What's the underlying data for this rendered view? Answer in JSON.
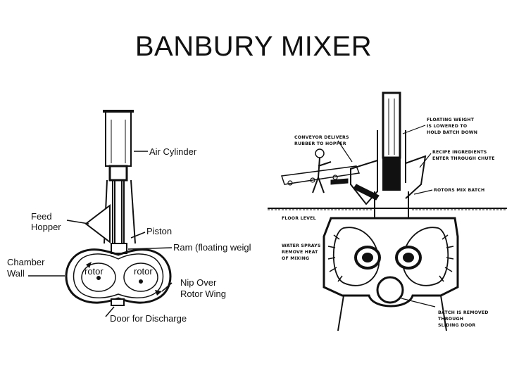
{
  "slide": {
    "title": "BANBURY MIXER"
  },
  "left_diagram": {
    "labels": {
      "air_cylinder": "Air Cylinder",
      "feed_hopper_1": "Feed",
      "feed_hopper_2": "Hopper",
      "piston": "Piston",
      "ram": "Ram (floating weigl",
      "chamber_wall_1": "Chamber",
      "chamber_wall_2": "Wall",
      "rotor_left": "rotor",
      "rotor_right": "rotor",
      "nip_1": "Nip Over",
      "nip_2": "Rotor Wing",
      "door": "Door for Discharge"
    }
  },
  "right_diagram": {
    "labels": {
      "floating_1": "FLOATING WEIGHT",
      "floating_2": "IS LOWERED TO",
      "floating_3": "HOLD BATCH DOWN",
      "conveyor_1": "CONVEYOR DELIVERS",
      "conveyor_2": "RUBBER TO HOPPER",
      "recipe_1": "RECIPE INGREDIENTS",
      "recipe_2": "ENTER THROUGH CHUTE",
      "rotors_mix": "ROTORS MIX BATCH",
      "floor_level": "FLOOR LEVEL",
      "water_1": "WATER SPRAYS",
      "water_2": "REMOVE HEAT",
      "water_3": "OF MIXING",
      "batch_1": "BATCH IS REMOVED",
      "batch_2": "THROUGH",
      "batch_3": "SLIDING DOOR"
    }
  }
}
